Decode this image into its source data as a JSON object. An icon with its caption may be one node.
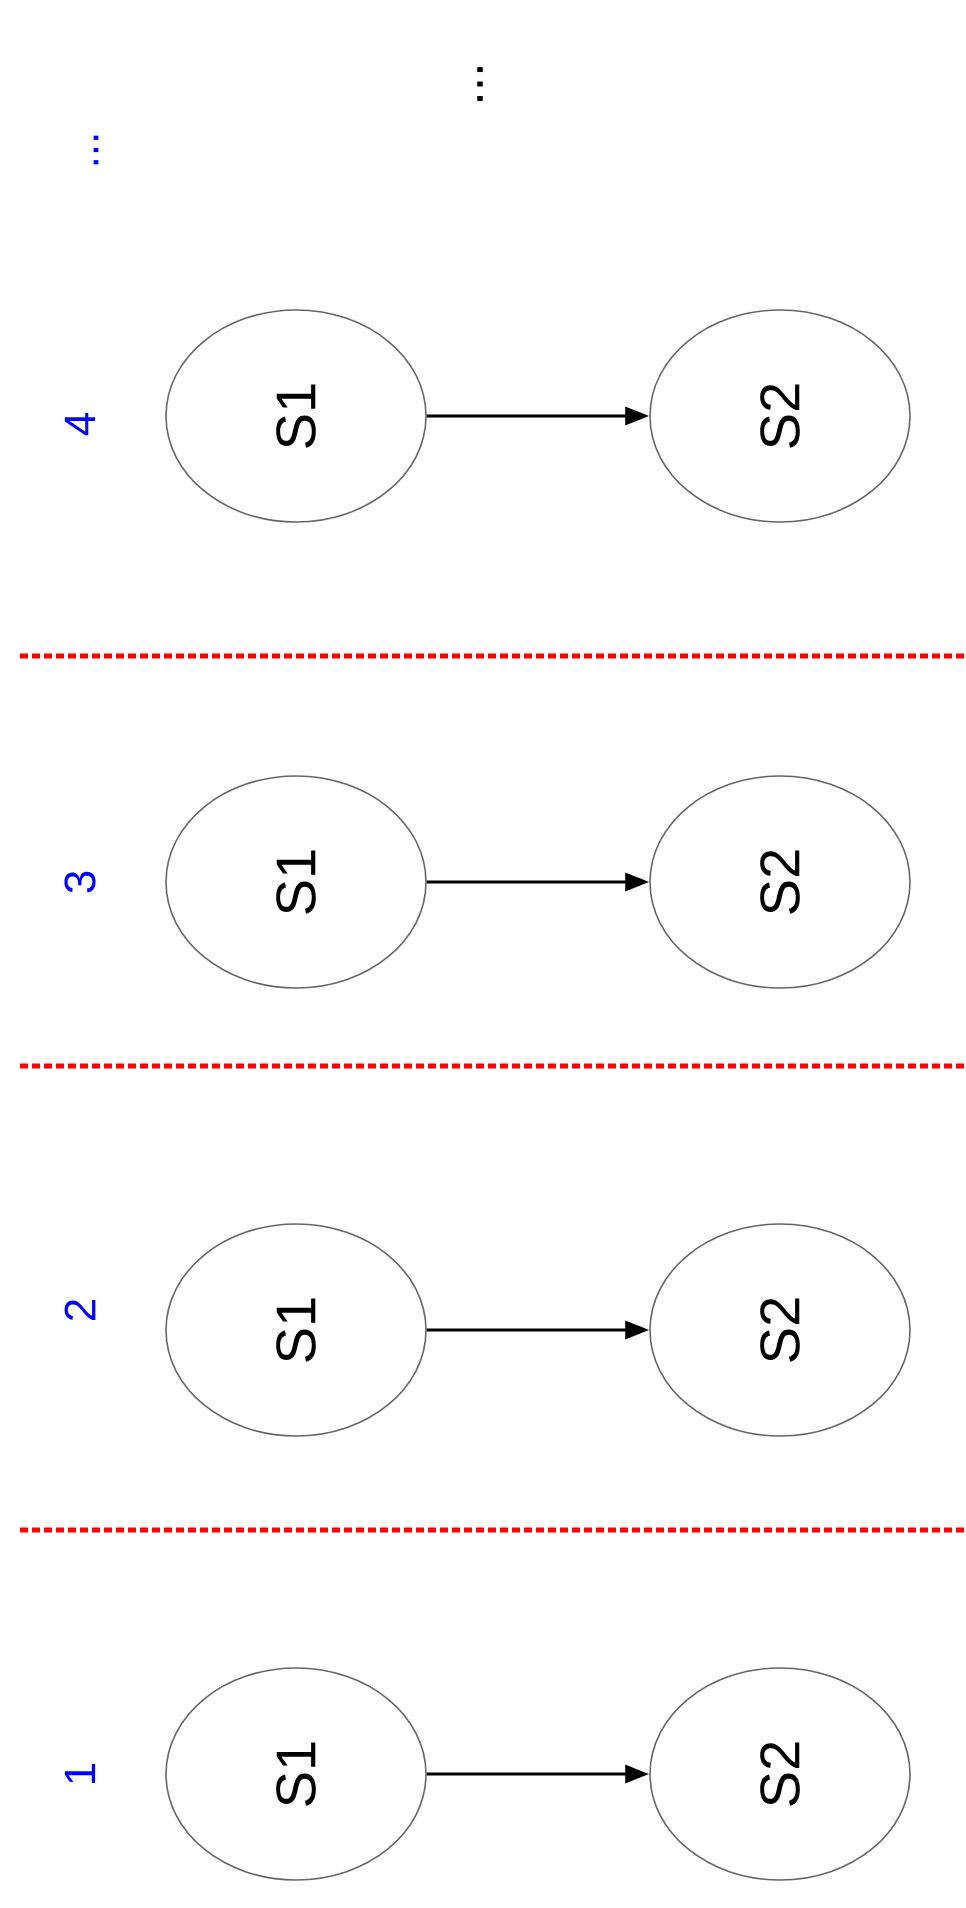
{
  "diagram": {
    "nodes": [
      {
        "text": [
          "S1"
        ]
      },
      {
        "text": [
          "S2"
        ]
      },
      {
        "text": [
          "S1"
        ]
      },
      {
        "text": [
          "S2"
        ]
      },
      {
        "text": [
          "S1"
        ]
      },
      {
        "text": [
          "S2"
        ]
      },
      {
        "text": [
          "S1"
        ]
      },
      {
        "text": [
          "S2"
        ]
      }
    ],
    "edges": [
      {
        "from": 0,
        "to": 1,
        "arrow": "to"
      },
      {
        "from": 2,
        "to": 3,
        "arrow": "to"
      },
      {
        "from": 4,
        "to": 5,
        "arrow": "to"
      },
      {
        "from": 6,
        "to": 7,
        "arrow": "to"
      }
    ],
    "labels": [
      "1",
      "2",
      "3",
      "4",
      "...",
      "..."
    ]
  }
}
